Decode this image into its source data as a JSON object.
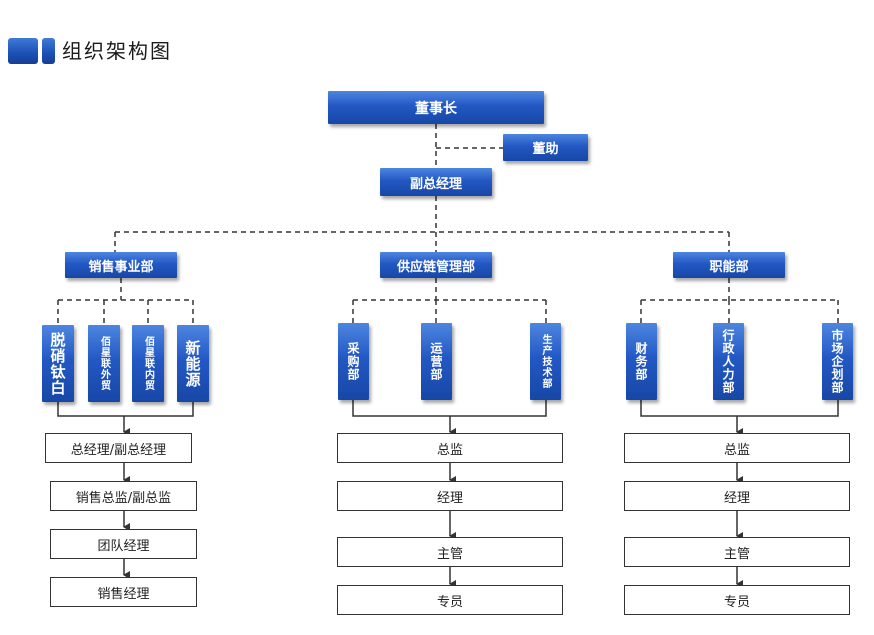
{
  "page_title": "组织架构图",
  "chairman": "董事长",
  "assistant": "董助",
  "vice_gm": "副总经理",
  "departments": [
    {
      "name": "销售事业部",
      "subs": [
        "脱硝钛白",
        "佰星联外贸",
        "佰星联内贸",
        "新能源"
      ],
      "chain": [
        "总经理/副总经理",
        "销售总监/副总监",
        "团队经理",
        "销售经理"
      ]
    },
    {
      "name": "供应链管理部",
      "subs": [
        "采购部",
        "运营部",
        "生产技术部"
      ],
      "chain": [
        "总监",
        "经理",
        "主管",
        "专员"
      ]
    },
    {
      "name": "职能部",
      "subs": [
        "财务部",
        "行政人力部",
        "市场企划部"
      ],
      "chain": [
        "总监",
        "经理",
        "主管",
        "专员"
      ]
    }
  ],
  "colors": {
    "box_blue": "#2358c4",
    "line": "#333333"
  }
}
